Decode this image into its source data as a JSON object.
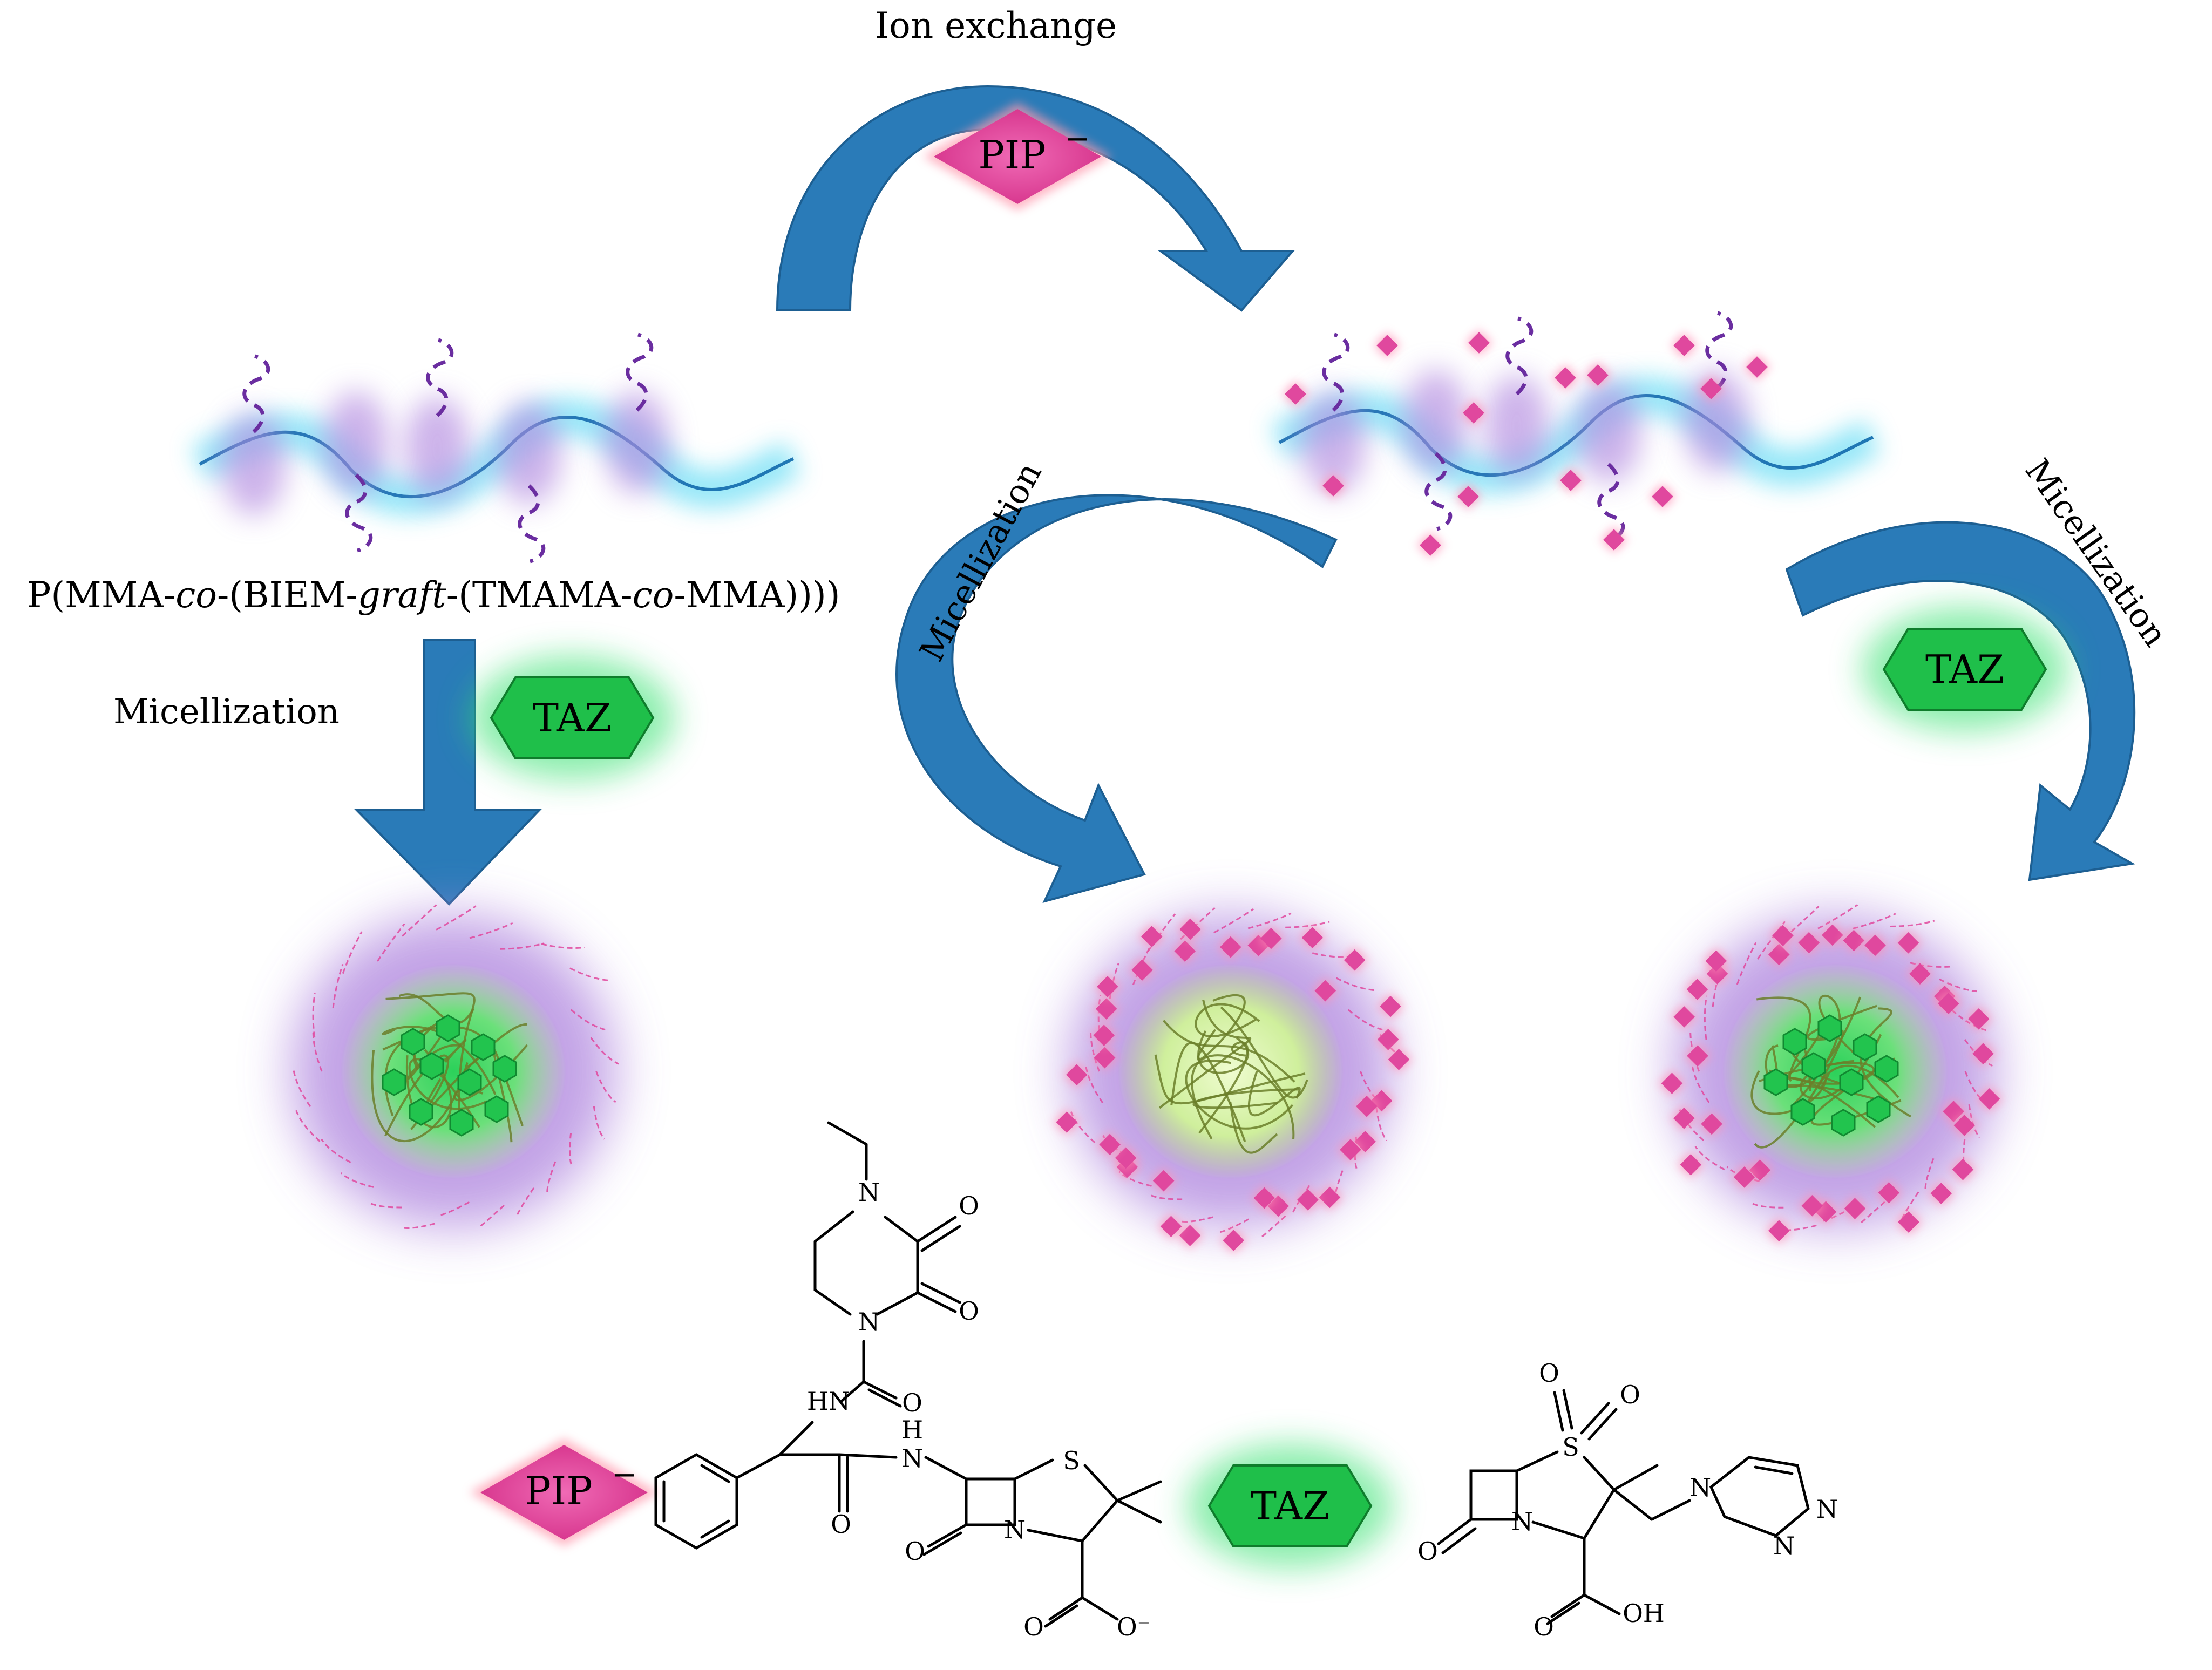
{
  "labels": {
    "ion_exchange": "Ion exchange",
    "copolymer": "P(MMA-co-(BIEM-graft-(TMAMA-co-MMA))))",
    "copolymer_parts": [
      "P(MMA-",
      "co",
      "-(BIEM-",
      "graft",
      "-(TMAMA-",
      "co",
      "-MMA))))"
    ],
    "micellization_left": "Micellization",
    "micellization_middle": "Micellization",
    "micellization_right": "Micellization"
  },
  "drugs": {
    "pip": "PIP",
    "pip_charge": "−",
    "taz": "TAZ"
  },
  "atoms": {
    "N": "N",
    "O": "O",
    "S": "S",
    "HN": "HN",
    "H": "H",
    "OH": "OH",
    "O_minus": "O⁻"
  },
  "colors": {
    "arrow": "#2A7BB8",
    "pip": "#E0489E",
    "taz": "#1FBF4A",
    "backbone": "#1F77B4",
    "graft": "#6A2DA0",
    "corona": "#B38BE0",
    "core_glow": "#7BE07B",
    "core_strands": "#6B7F2A"
  }
}
